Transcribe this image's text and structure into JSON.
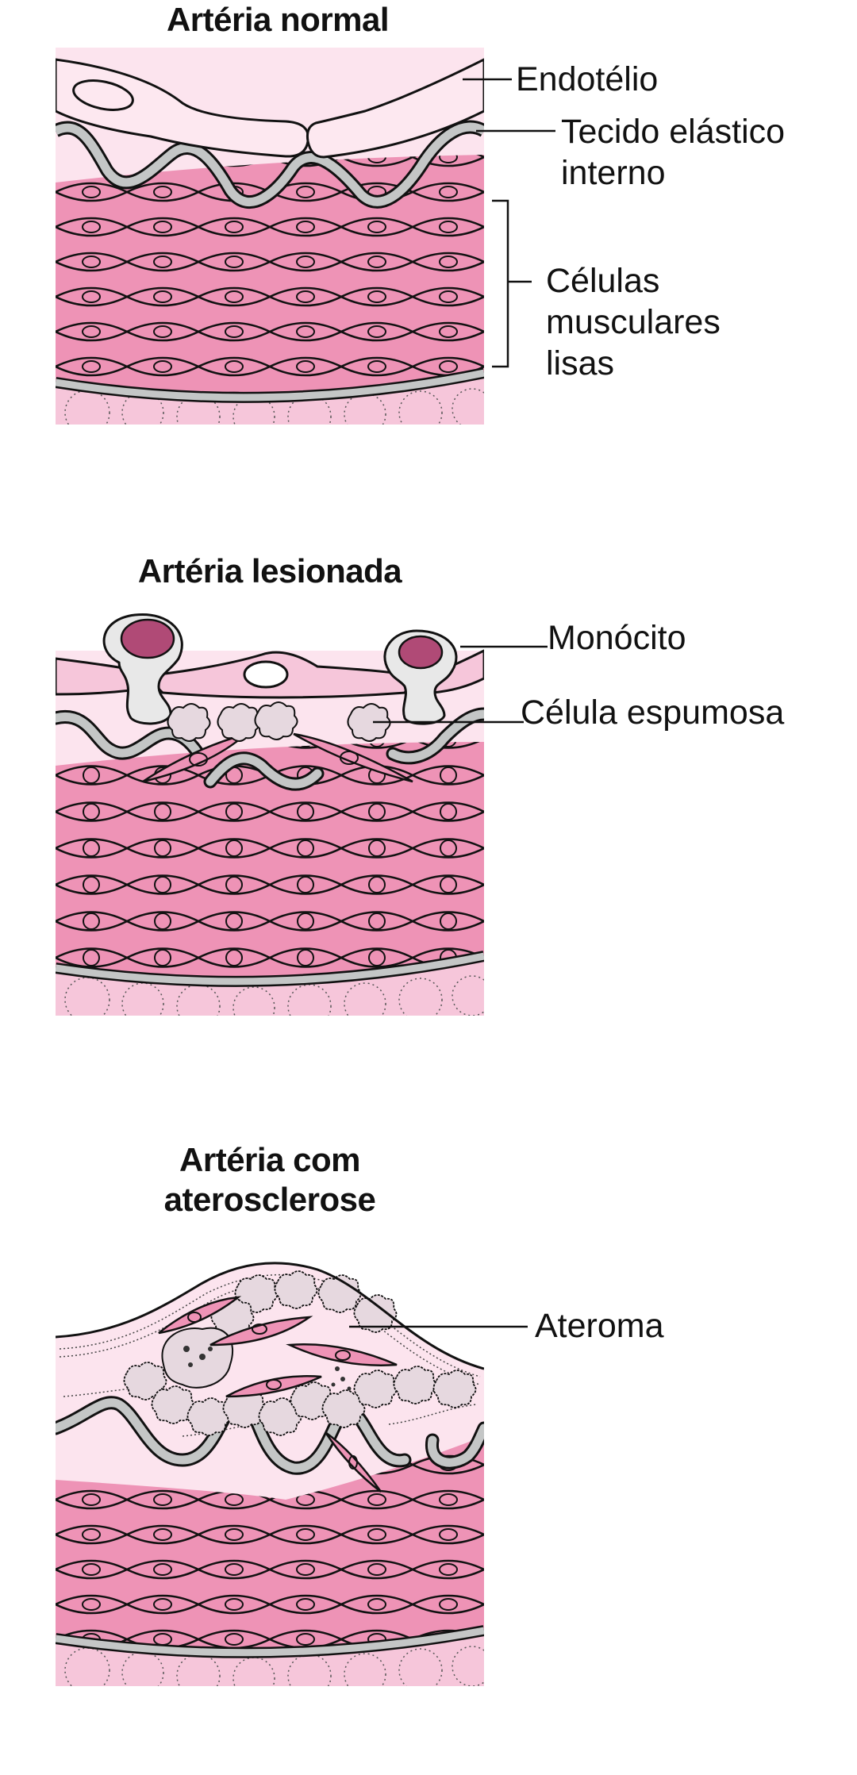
{
  "figure": {
    "colors": {
      "muscle": "#ee93b6",
      "intima": "#fce4ee",
      "endothelium": "#fde8f0",
      "elastic": "#c4c6c6",
      "adventitia": "#f6c6da",
      "foam_cell": "#e6d8df",
      "monocyte_body": "#e8e8e8",
      "monocyte_nucleus": "#b04a76",
      "outline": "#111111"
    },
    "panels": [
      {
        "title": "Artéria normal",
        "labels": [
          {
            "text": "Endotélio"
          },
          {
            "text": "Tecido elástico\ninterno",
            "line1": "Tecido elástico",
            "line2": "interno"
          },
          {
            "text": "Células musculares lisas",
            "line1": "Células",
            "line2": "musculares",
            "line3": "lisas"
          }
        ]
      },
      {
        "title": "Artéria lesionada",
        "labels": [
          {
            "text": "Monócito"
          },
          {
            "text": "Célula espumosa"
          }
        ]
      },
      {
        "title": "Artéria com aterosclerose",
        "title_line1": "Artéria com",
        "title_line2": "aterosclerose",
        "labels": [
          {
            "text": "Ateroma"
          }
        ]
      }
    ]
  }
}
